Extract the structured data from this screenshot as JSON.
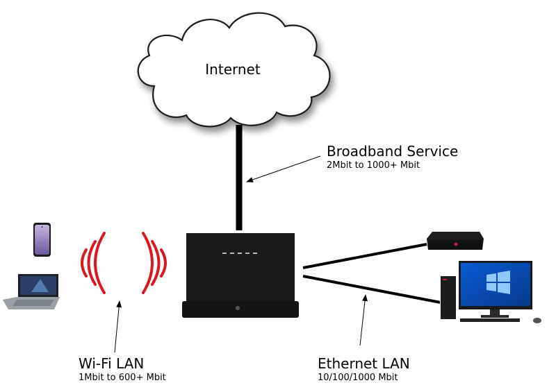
{
  "cloud": {
    "label": "Internet"
  },
  "broadband": {
    "title": "Broadband Service",
    "speed": "2Mbit to 1000+ Mbit"
  },
  "wifi": {
    "title": "Wi-Fi LAN",
    "speed": "1Mbit to 600+ Mbit"
  },
  "ethernet": {
    "title": "Ethernet LAN",
    "speed": "10/100/1000 Mbit"
  },
  "colors": {
    "wave": "#d9181f",
    "router": "#1b1b1b",
    "line": "#000000",
    "cloud_fill": "#ffffff",
    "cloud_stroke": "#1a1a1a"
  },
  "icons": {
    "cloud": "cloud-icon",
    "router": "router-icon",
    "phone": "smartphone-icon",
    "laptop": "laptop-icon",
    "streamer": "media-box-icon",
    "desktop": "desktop-computer-icon"
  }
}
